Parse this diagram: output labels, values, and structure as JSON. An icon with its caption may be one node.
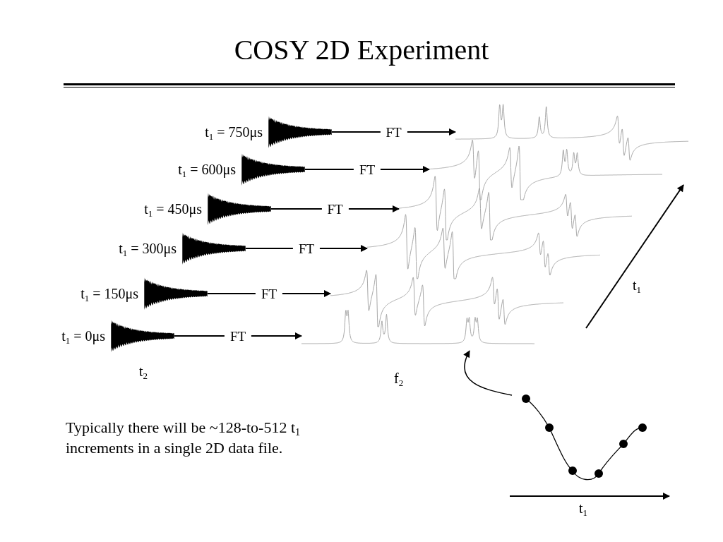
{
  "diagram": {
    "title": "COSY 2D Experiment",
    "nodes": [
      {
        "text": [],
        "shape": "waveform",
        "beside": [
          "t$_{1}$ = 750μs"
        ]
      },
      {
        "text": [],
        "shape": "waveform",
        "beside": [
          "t$_{1}$ = 600μs"
        ]
      },
      {
        "text": [],
        "shape": "waveform",
        "beside": [
          "t$_{1}$ = 450μs"
        ]
      },
      {
        "text": [],
        "shape": "waveform",
        "beside": [
          "t$_{1}$ = 300μs"
        ]
      },
      {
        "text": [],
        "shape": "waveform",
        "beside": [
          "t$_{1}$ = 150μs"
        ]
      },
      {
        "text": [],
        "shape": "waveform",
        "beside": [
          "t$_{1}$ = 0μs"
        ]
      },
      {
        "text": [],
        "shape": "spectrum"
      },
      {
        "text": [],
        "shape": "spectrum"
      },
      {
        "text": [],
        "shape": "spectrum"
      },
      {
        "text": [],
        "shape": "spectrum"
      },
      {
        "text": [],
        "shape": "spectrum"
      },
      {
        "text": [],
        "shape": "spectrum"
      },
      {
        "text": [],
        "shape": "plot"
      }
    ],
    "edges": [
      {
        "from": 0,
        "to": 6,
        "label": "FT",
        "arrow": "to"
      },
      {
        "from": 1,
        "to": 7,
        "label": "FT",
        "arrow": "to"
      },
      {
        "from": 2,
        "to": 8,
        "label": "FT",
        "arrow": "to"
      },
      {
        "from": 3,
        "to": 9,
        "label": "FT",
        "arrow": "to"
      },
      {
        "from": 4,
        "to": 10,
        "label": "FT",
        "arrow": "to"
      },
      {
        "from": 5,
        "to": 11,
        "label": "FT",
        "arrow": "to"
      },
      {
        "from": 12,
        "to": 11,
        "arrow": "to"
      }
    ],
    "labels": [
      "t$_{1}$",
      "t$_{2}$",
      "f$_{2}$",
      "Typically there will be ~128-to-512 t$_{1}$ increments in a single 2D data file.",
      "t$_{1}$"
    ]
  }
}
